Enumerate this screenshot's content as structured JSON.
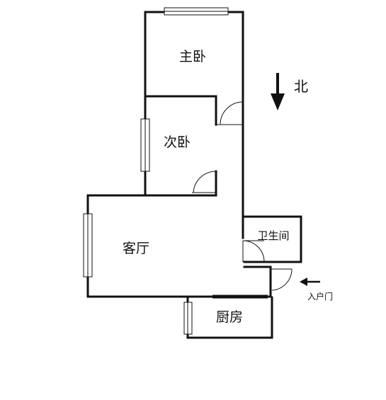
{
  "rooms": {
    "master_bedroom": "主卧",
    "second_bedroom": "次卧",
    "living_room": "客厅",
    "bathroom": "卫生间",
    "kitchen": "厨房"
  },
  "compass": {
    "label": "北",
    "direction": "down"
  },
  "entrance": {
    "label": "入户门"
  }
}
